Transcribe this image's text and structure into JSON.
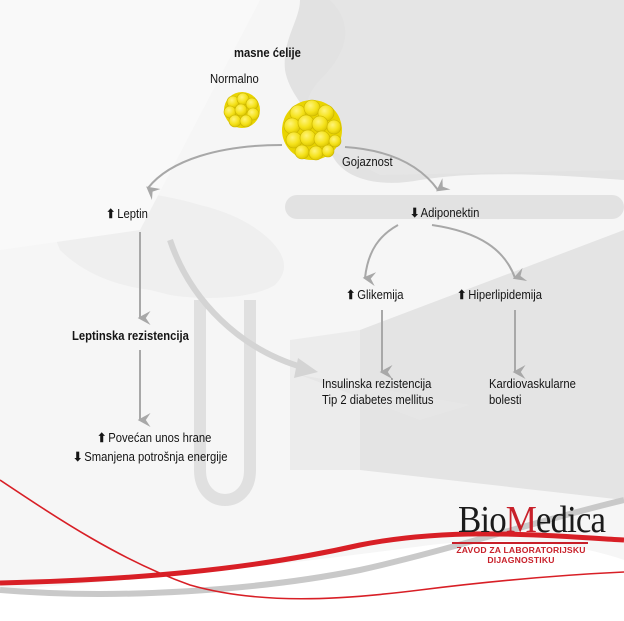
{
  "diagram": {
    "title": "masne ćelije",
    "nodes": {
      "normal": {
        "label": "Normalno"
      },
      "obesity": {
        "label": "Gojaznost"
      },
      "leptin": {
        "arrow": "⬆",
        "direction": "up",
        "label": "Leptin"
      },
      "adiponectin": {
        "arrow": "⬇",
        "direction": "down",
        "label": "Adiponektin"
      },
      "leptin_resistance": {
        "label": "Leptinska rezistencija"
      },
      "glycemia": {
        "arrow": "⬆",
        "direction": "up",
        "label": "Glikemija"
      },
      "hyperlipidemia": {
        "arrow": "⬆",
        "direction": "up",
        "label": "Hiperlipidemija"
      },
      "insulin_resistance": {
        "line1": "Insulinska rezistencija",
        "line2": "Tip 2 diabetes mellitus"
      },
      "cardiovascular": {
        "line1": "Kardiovaskularne",
        "line2": "bolesti"
      },
      "food_intake": {
        "arrow": "⬆",
        "direction": "up",
        "label": "Povećan unos hrane"
      },
      "energy_expenditure": {
        "arrow": "⬇",
        "direction": "down",
        "label": "Smanjena potrošnja energije"
      }
    },
    "edges": [
      {
        "from": "obesity",
        "to": "leptin"
      },
      {
        "from": "obesity",
        "to": "adiponectin"
      },
      {
        "from": "leptin",
        "to": "leptin_resistance"
      },
      {
        "from": "leptin",
        "to": "insulin_resistance"
      },
      {
        "from": "leptin_resistance",
        "to": "food_intake"
      },
      {
        "from": "adiponectin",
        "to": "glycemia"
      },
      {
        "from": "adiponectin",
        "to": "hyperlipidemia"
      },
      {
        "from": "glycemia",
        "to": "insulin_resistance"
      },
      {
        "from": "hyperlipidemia",
        "to": "cardiovascular"
      }
    ]
  },
  "logo": {
    "brand_prefix": "Bio",
    "brand_m": "M",
    "brand_suffix": "edica",
    "subtitle_line1": "ZAVOD ZA LABORATORIJSKU",
    "subtitle_line2": "DIJAGNOSTIKU"
  },
  "colors": {
    "cell_yellow": "#f5e21a",
    "arrow_gray": "#a8a8a8",
    "brand_red": "#c8202a",
    "text": "#151515"
  }
}
